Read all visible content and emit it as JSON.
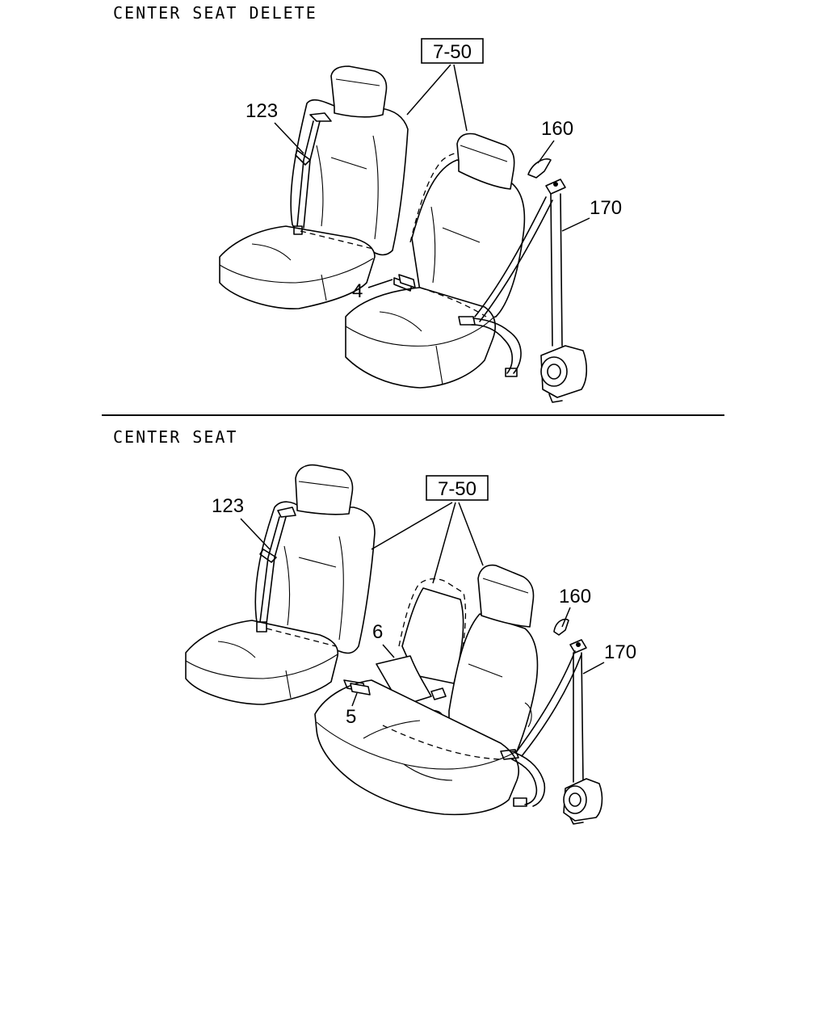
{
  "sections": [
    {
      "title": "CENTER SEAT DELETE",
      "callouts": {
        "ref_box": "7-50",
        "shoulder_belt": "123",
        "anchor_cover": "160",
        "retractor_belt": "170",
        "buckle": "4"
      }
    },
    {
      "title": "CENTER SEAT",
      "callouts": {
        "ref_box": "7-50",
        "shoulder_belt": "123",
        "anchor_cover": "160",
        "retractor_belt": "170",
        "lap_belt": "6",
        "buckle": "5"
      }
    }
  ]
}
